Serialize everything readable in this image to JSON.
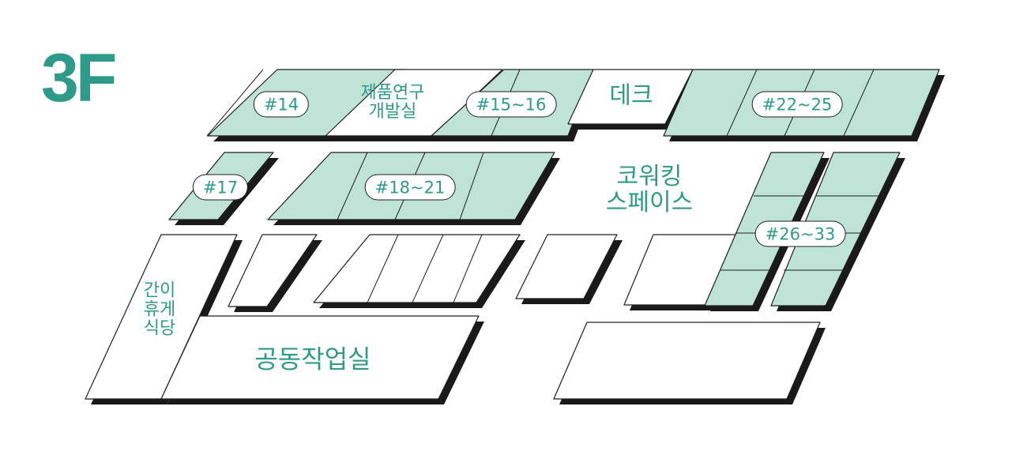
{
  "floor": "3F",
  "colors": {
    "accent": "#2f9a8a",
    "booth_fill": "#bfe3d6",
    "outline": "#1f1f1f",
    "shadow": "#1a1a1a",
    "background": "#ffffff"
  },
  "areas": {
    "product_rnd": "제품연구\n개발실",
    "desk": "데크",
    "coworking": "코워킹\n스페이스",
    "lounge": "간이\n휴게\n식당",
    "shared_workshop": "공동작업실"
  },
  "booths": {
    "b14": "#14",
    "b15_16": "#15~16",
    "b22_25": "#22~25",
    "b17": "#17",
    "b18_21": "#18~21",
    "b26_33": "#26~33"
  }
}
